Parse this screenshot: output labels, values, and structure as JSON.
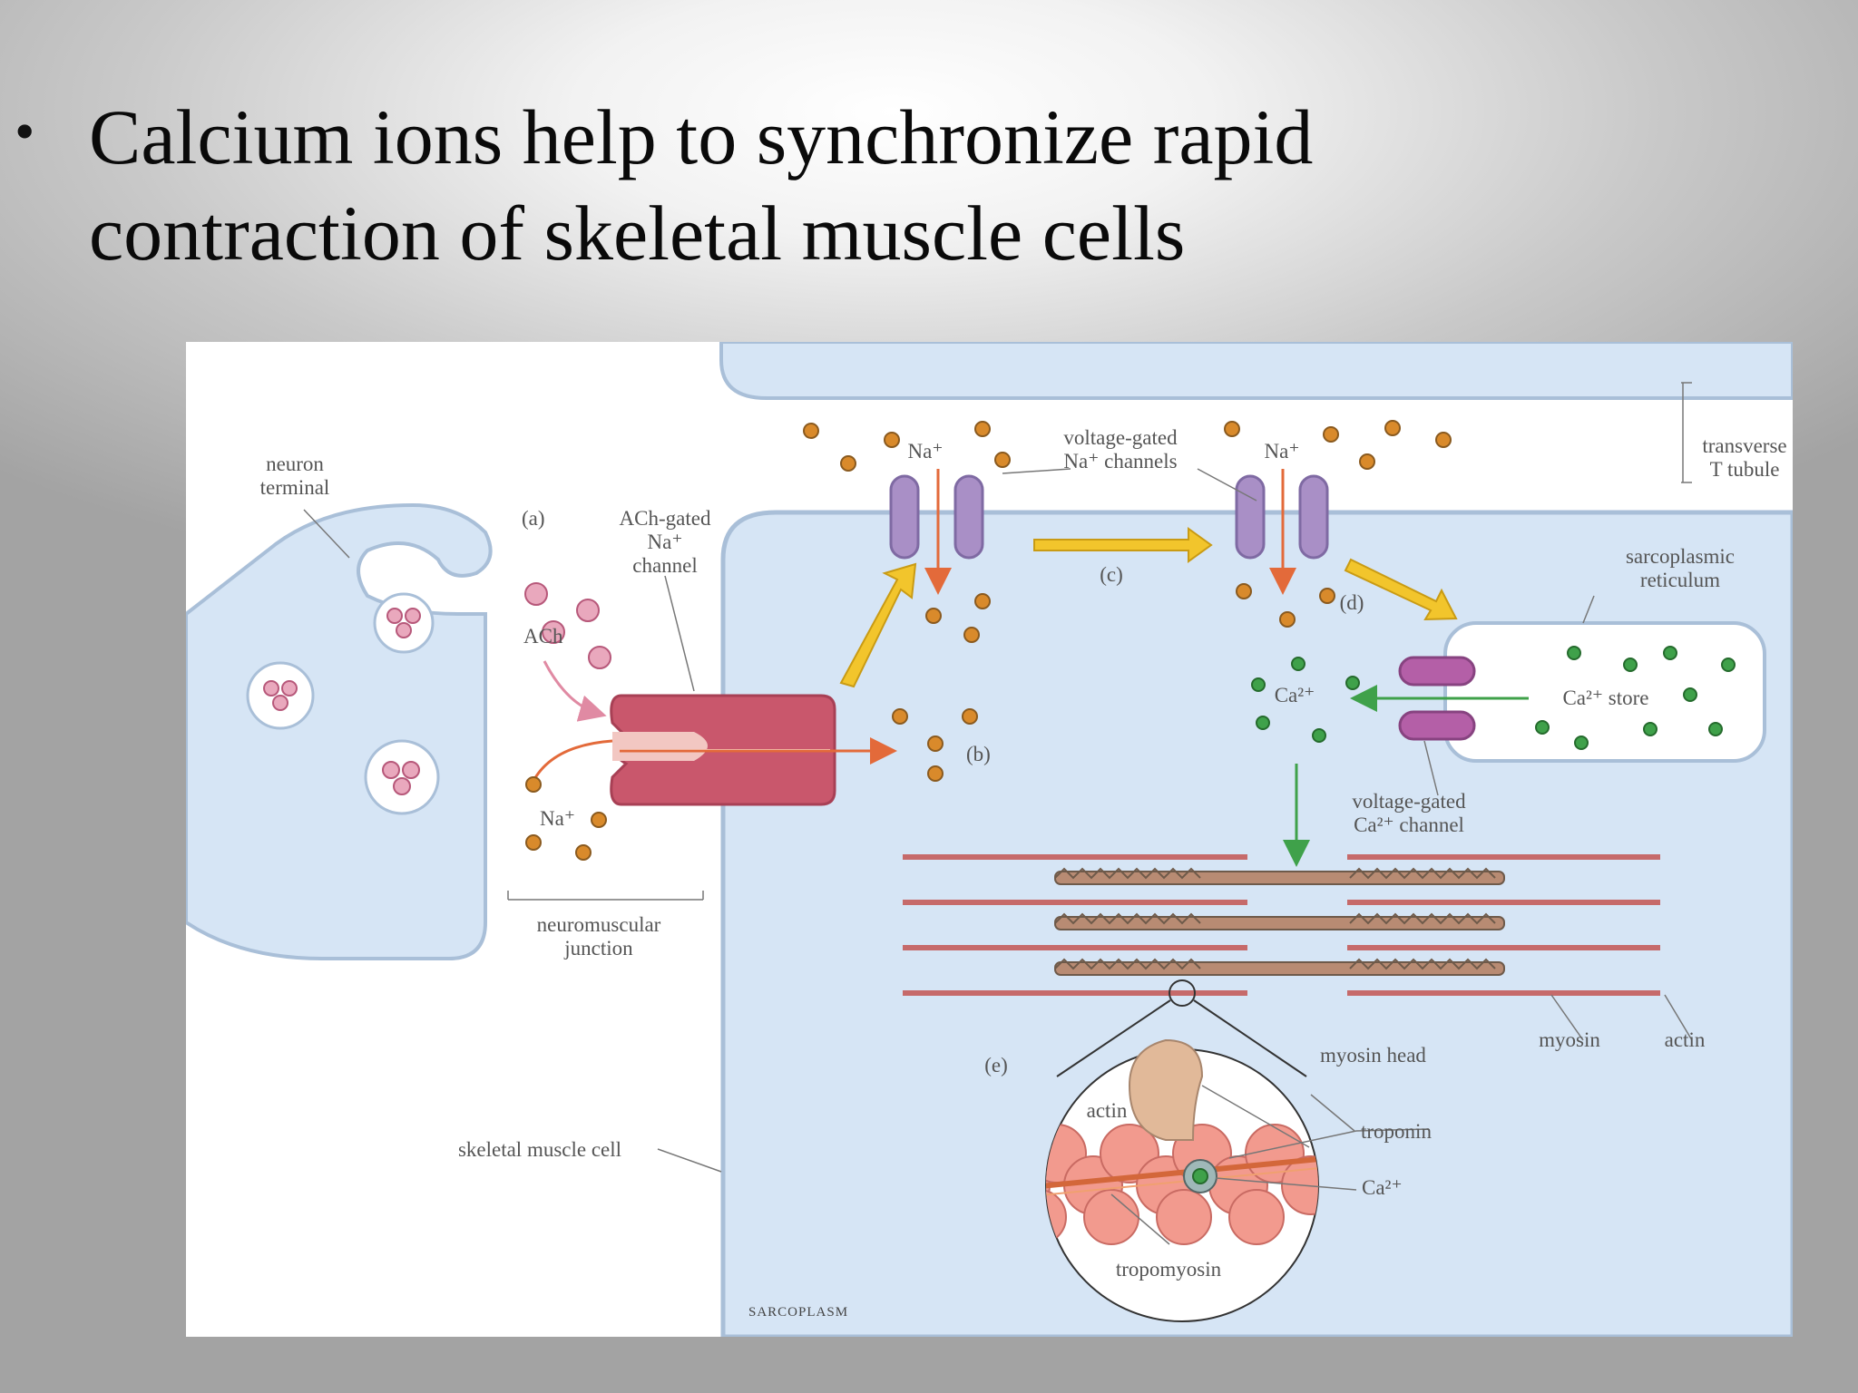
{
  "slide": {
    "bullet": "•",
    "text": "Calcium ions help to synchronize rapid\ncontraction of skeletal muscle cells"
  },
  "diagram": {
    "labels": {
      "neuron_terminal_1": "neuron",
      "neuron_terminal_2": "terminal",
      "part_a": "(a)",
      "ach_channel_1": "ACh-gated",
      "ach_channel_2": "Na⁺",
      "ach_channel_3": "channel",
      "ach": "ACh",
      "na_left": "Na⁺",
      "part_b": "(b)",
      "nmj_1": "neuromuscular",
      "nmj_2": "junction",
      "na_top_1": "Na⁺",
      "na_top_2": "Na⁺",
      "vg_na_1": "voltage-gated",
      "vg_na_2": "Na⁺ channels",
      "part_c": "(c)",
      "part_d": "(d)",
      "t_tubule_1": "transverse",
      "t_tubule_2": "T tubule",
      "sr_1": "sarcoplasmic",
      "sr_2": "reticulum",
      "ca_store": "Ca²⁺ store",
      "ca_cyto": "Ca²⁺",
      "vg_ca_1": "voltage-gated",
      "vg_ca_2": "Ca²⁺ channel",
      "myosin": "myosin",
      "actin": "actin",
      "part_e": "(e)",
      "myosin_head": "myosin head",
      "actin_zoom": "actin",
      "troponin": "troponin",
      "ca_zoom": "Ca²⁺",
      "tropomyosin": "tropomyosin",
      "skeletal_muscle_cell": "skeletal muscle cell",
      "sarcoplasm": "SARCOPLASM"
    },
    "colors": {
      "cell_fill": "#d6e5f5",
      "cell_stroke": "#a9bfd8",
      "sodium": "#d98a2b",
      "ach": "#e9a8bd",
      "calcium": "#3fa14a",
      "na_channel": "#a98fc6",
      "ca_channel": "#b45fa7",
      "ach_channel": "#c9576c",
      "signal_arrow": "#f2c52c",
      "flow_arrow": "#e36a3a",
      "actin_bead": "#f29a8e",
      "myosin_head": "#e1b999"
    }
  }
}
